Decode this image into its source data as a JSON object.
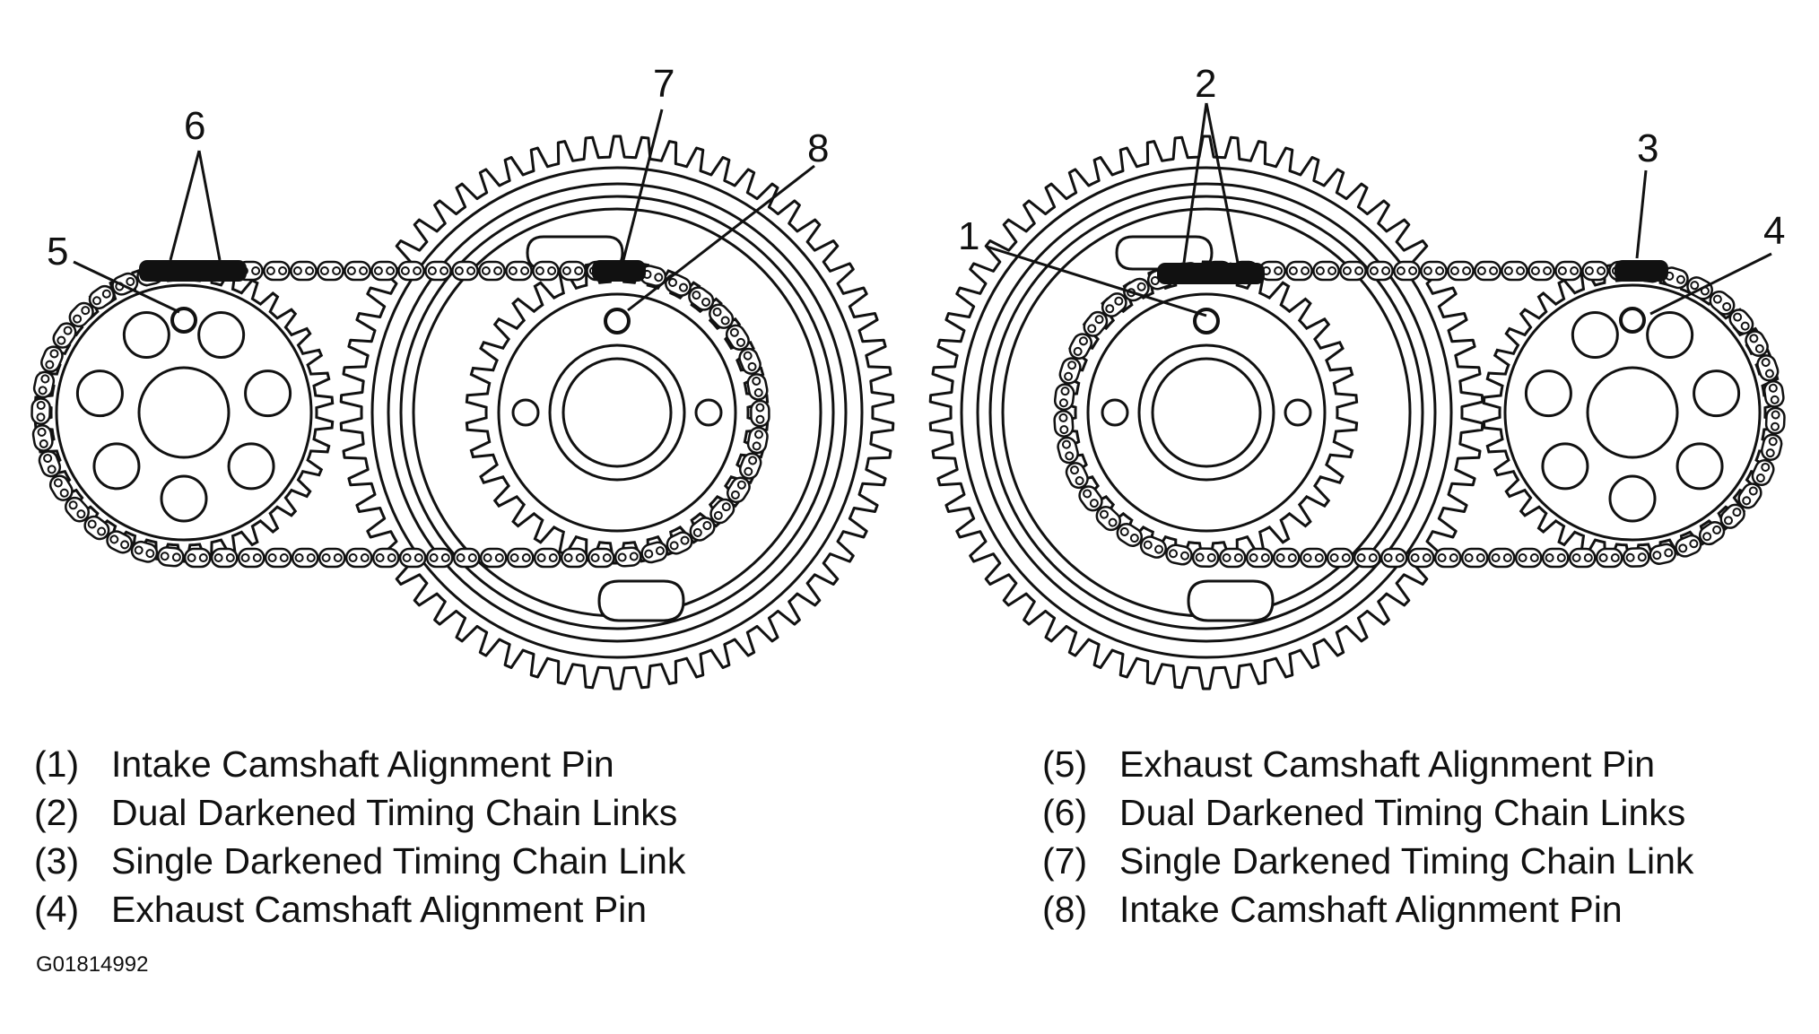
{
  "callouts": {
    "c1": "1",
    "c2": "2",
    "c3": "3",
    "c4": "4",
    "c5": "5",
    "c6": "6",
    "c7": "7",
    "c8": "8"
  },
  "legend": {
    "left": [
      {
        "num": "(1)",
        "text": "Intake Camshaft Alignment Pin"
      },
      {
        "num": "(2)",
        "text": "Dual Darkened Timing Chain Links"
      },
      {
        "num": "(3)",
        "text": "Single Darkened Timing Chain Link"
      },
      {
        "num": "(4)",
        "text": "Exhaust Camshaft Alignment Pin"
      }
    ],
    "right": [
      {
        "num": "(5)",
        "text": "Exhaust Camshaft Alignment Pin"
      },
      {
        "num": "(6)",
        "text": "Dual Darkened Timing Chain Links"
      },
      {
        "num": "(7)",
        "text": "Single Darkened Timing Chain Link"
      },
      {
        "num": "(8)",
        "text": "Intake Camshaft Alignment Pin"
      }
    ]
  },
  "figure_code": "G01814992",
  "colors": {
    "ink": "#111111",
    "paper": "#ffffff"
  }
}
